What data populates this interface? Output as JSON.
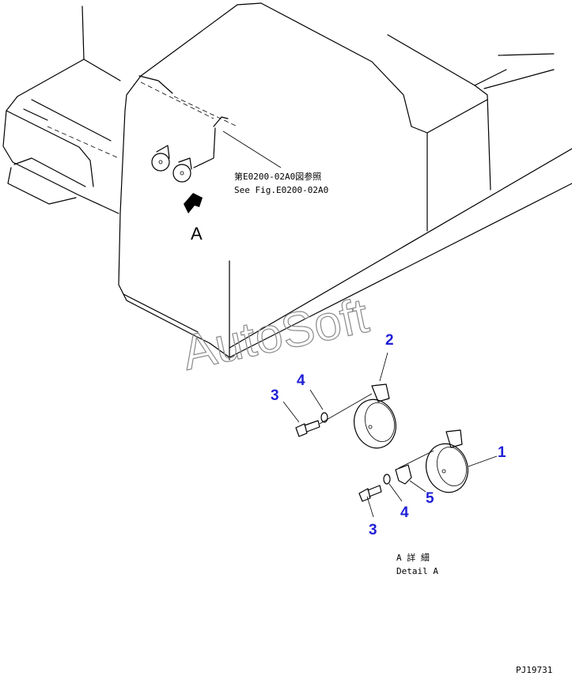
{
  "reference": {
    "jp_text": "第E0200-02A0図参照",
    "en_text": "See Fig.E0200-02A0"
  },
  "view_label": "A",
  "detail": {
    "jp_text": "A 詳 細",
    "en_text": "Detail A"
  },
  "callouts": [
    {
      "id": "c1",
      "label": "1"
    },
    {
      "id": "c2",
      "label": "2"
    },
    {
      "id": "c3a",
      "label": "3"
    },
    {
      "id": "c3b",
      "label": "3"
    },
    {
      "id": "c4a",
      "label": "4"
    },
    {
      "id": "c4b",
      "label": "4"
    },
    {
      "id": "c5",
      "label": "5"
    }
  ],
  "watermark": "AutoSoft",
  "figure_code": "PJ19731",
  "colors": {
    "callout": "#1f1fd6",
    "line": "#000000",
    "watermark": "#8a8a8a"
  }
}
